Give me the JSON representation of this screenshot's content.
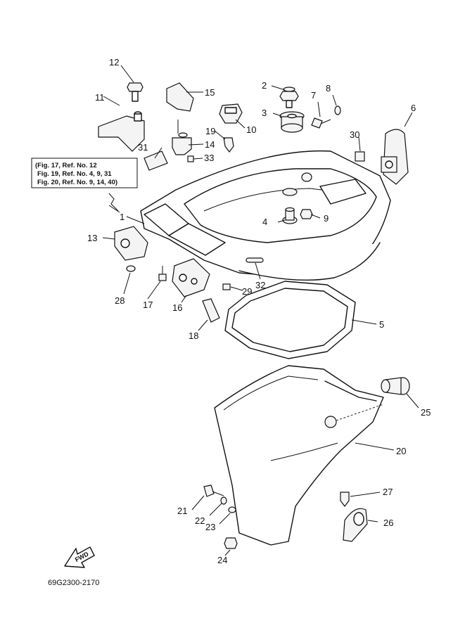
{
  "note": {
    "lines": [
      "(Fig. 17, Ref. No. 12",
      "Fig. 19, Ref. No. 4, 9, 31",
      "Fig. 20, Ref. No. 9, 14, 40)"
    ]
  },
  "callouts": {
    "c1": "1",
    "c2": "2",
    "c3": "3",
    "c4": "4",
    "c5": "5",
    "c6": "6",
    "c7": "7",
    "c8": "8",
    "c9": "9",
    "c10": "10",
    "c11": "11",
    "c12": "12",
    "c13": "13",
    "c14": "14",
    "c15": "15",
    "c16": "16",
    "c17": "17",
    "c18": "18",
    "c19": "19",
    "c20": "20",
    "c21": "21",
    "c22": "22",
    "c23": "23",
    "c24": "24",
    "c25": "25",
    "c26": "26",
    "c27": "27",
    "c28": "28",
    "c29": "29",
    "c30": "30",
    "c31": "31",
    "c32": "32",
    "c33": "33"
  },
  "fwd_label": "FWD",
  "drawing_code": "69G2300-2170"
}
